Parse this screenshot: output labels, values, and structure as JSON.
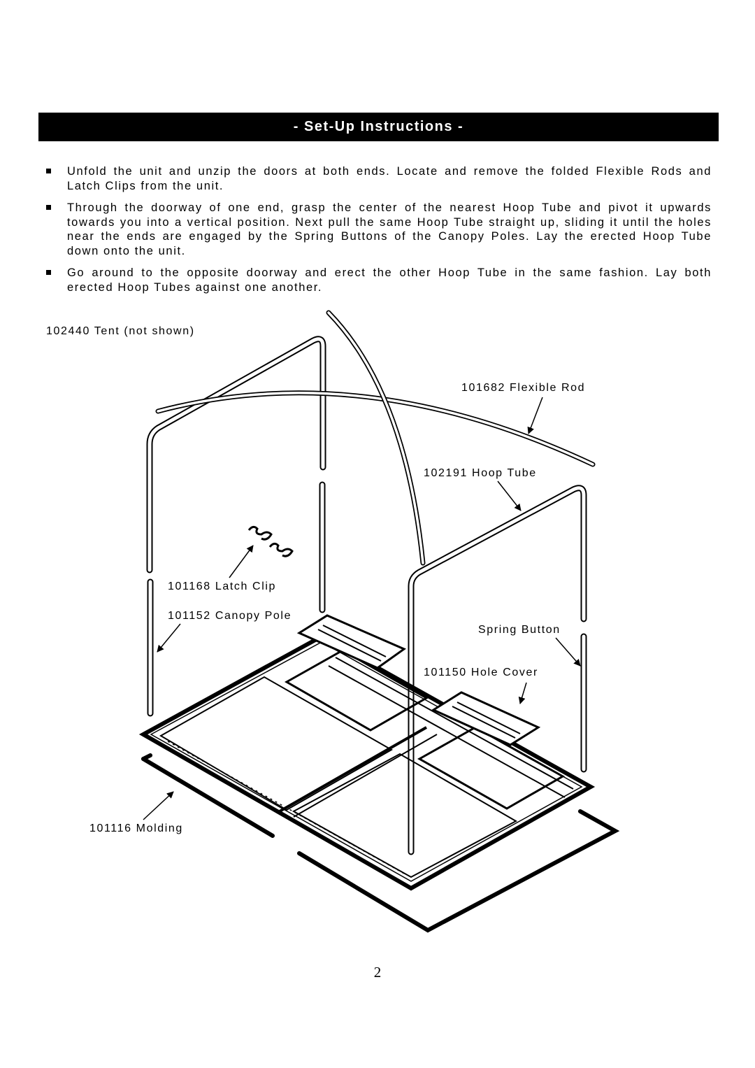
{
  "header": {
    "title": "- Set-Up Instructions -"
  },
  "instructions": [
    {
      "text": "Unfold the unit and unzip the doors at both ends. Locate and remove the folded Flexible Rods and Latch Clips from the unit."
    },
    {
      "text": "Through the doorway of one end, grasp the center of the nearest Hoop Tube and pivot it upwards towards you into a vertical position. Next pull the same Hoop Tube straight up, sliding it until the holes near the ends are engaged by the Spring Buttons of the Canopy Poles. Lay the erected Hoop Tube down onto the unit."
    },
    {
      "text": "Go around to the opposite doorway and erect the other Hoop Tube in the same fashion. Lay both erected Hoop Tubes against one another."
    }
  ],
  "diagram": {
    "labels": {
      "tent": "102440 Tent (not shown)",
      "flexible_rod": "101682 Flexible Rod",
      "hoop_tube": "102191 Hoop Tube",
      "latch_clip": "101168 Latch Clip",
      "canopy_pole": "101152 Canopy Pole",
      "spring_button": "Spring Button",
      "hole_cover": "101150 Hole Cover",
      "molding": "101116 Molding"
    }
  },
  "footer": {
    "page_number": "2"
  }
}
